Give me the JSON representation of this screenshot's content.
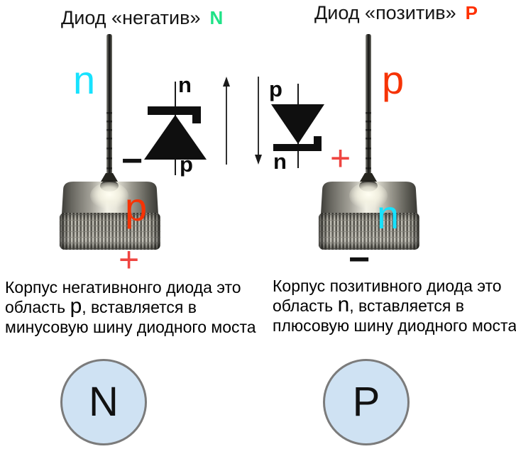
{
  "titles": {
    "left": {
      "label": "Диод «негатив»",
      "marker": "N"
    },
    "right": {
      "label": "Диод «позитив»",
      "marker": "P"
    }
  },
  "photos": {
    "left": {
      "lead_region_letter": "n",
      "lead_polarity_sign": "−",
      "body_region_letter": "p",
      "body_polarity_sign": "+"
    },
    "right": {
      "lead_region_letter": "p",
      "lead_polarity_sign": "+",
      "body_region_letter": "n",
      "body_polarity_sign": "−"
    }
  },
  "schematic": {
    "left_symbol": {
      "top_label": "n",
      "bottom_label": "p"
    },
    "right_symbol": {
      "top_label": "p",
      "bottom_label": "n"
    }
  },
  "captions": {
    "left": {
      "line1": "Корпус негативнонго диода это",
      "line2_pre": "область ",
      "region_letter": "p",
      "line2_post": ", вставляется в",
      "line3": "минусовую шину диодного моста"
    },
    "right": {
      "line1": "Корпус позитивного диода это",
      "line2_pre": "область ",
      "region_letter": "n",
      "line2_post": ", вставляется в",
      "line3": "плюсовую шину диодного моста"
    }
  },
  "terminals": {
    "left": "N",
    "right": "P"
  },
  "colors": {
    "negative_marker_green": "#1fe287",
    "positive_marker_red": "#ff3000",
    "n_region_cyan": "#17e2fe",
    "p_region_red": "#f63305",
    "polarity_sign_red": "#ef4541",
    "terminal_fill": "#cfe2f3",
    "terminal_border": "#7b7b7b"
  }
}
